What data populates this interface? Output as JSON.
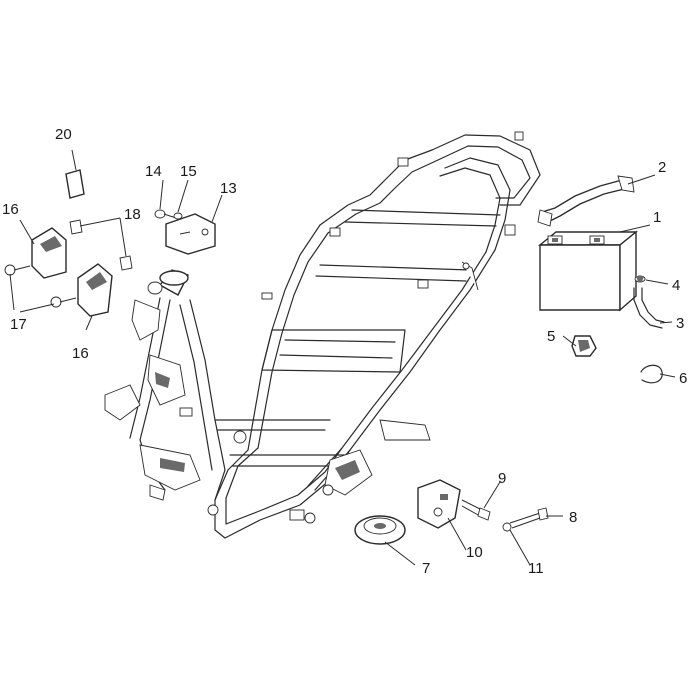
{
  "callouts": [
    {
      "id": "c1",
      "text": "1"
    },
    {
      "id": "c2",
      "text": "2"
    },
    {
      "id": "c3",
      "text": "3"
    },
    {
      "id": "c4",
      "text": "4"
    },
    {
      "id": "c5",
      "text": "5"
    },
    {
      "id": "c6",
      "text": "6"
    },
    {
      "id": "c7",
      "text": "7"
    },
    {
      "id": "c8",
      "text": "8"
    },
    {
      "id": "c9",
      "text": "9"
    },
    {
      "id": "c10",
      "text": "10"
    },
    {
      "id": "c11",
      "text": "11"
    },
    {
      "id": "c13",
      "text": "13"
    },
    {
      "id": "c14",
      "text": "14"
    },
    {
      "id": "c15",
      "text": "15"
    },
    {
      "id": "c16a",
      "text": "16"
    },
    {
      "id": "c16b",
      "text": "16"
    },
    {
      "id": "c17",
      "text": "17"
    },
    {
      "id": "c18",
      "text": "18"
    },
    {
      "id": "c20",
      "text": "20"
    }
  ]
}
